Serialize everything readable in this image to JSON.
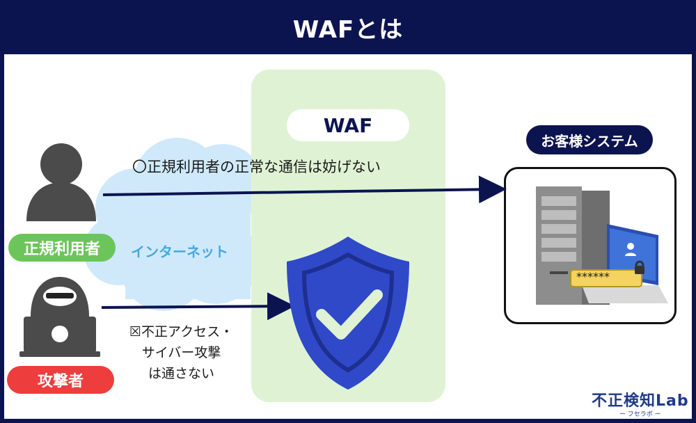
{
  "header": {
    "title": "WAFとは"
  },
  "waf": {
    "label": "WAF"
  },
  "system": {
    "label": "お客様システム"
  },
  "actors": {
    "user_label": "正規利用者",
    "attacker_label": "攻撃者"
  },
  "messages": {
    "normal_traffic": "〇正規利用者の正常な通信は妨げない",
    "internet": "インターネット",
    "blocked_line1": "☒不正アクセス・",
    "blocked_line2": "サイバー攻撃",
    "blocked_line3": "は通さない"
  },
  "password_mask": "******",
  "logo": {
    "main": "不正検知Lab",
    "sub": "ー フセラボ ー"
  },
  "colors": {
    "navy": "#0c1450",
    "waf_zone": "#dff3d4",
    "shield": "#2f49c9",
    "user_green": "#6cc55a",
    "attacker_red": "#ee3d3d",
    "internet_blue": "#45a8e0"
  }
}
